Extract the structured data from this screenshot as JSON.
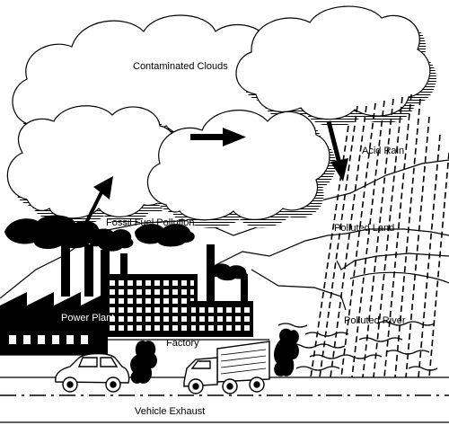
{
  "labels": {
    "contaminated_clouds": "Contaminated Clouds",
    "acid_rain": "Acid Rain",
    "fossil_fuel_pollution": "Fossil Fuel Pollution",
    "polluted_land": "Polluted Land",
    "power_plant": "Power Plant",
    "polluted_river": "Polluted River",
    "factory": "Factory",
    "vehicle_exhaust": "Vehicle Exhaust"
  },
  "colors": {
    "ink": "#000000",
    "paper": "#ffffff"
  }
}
